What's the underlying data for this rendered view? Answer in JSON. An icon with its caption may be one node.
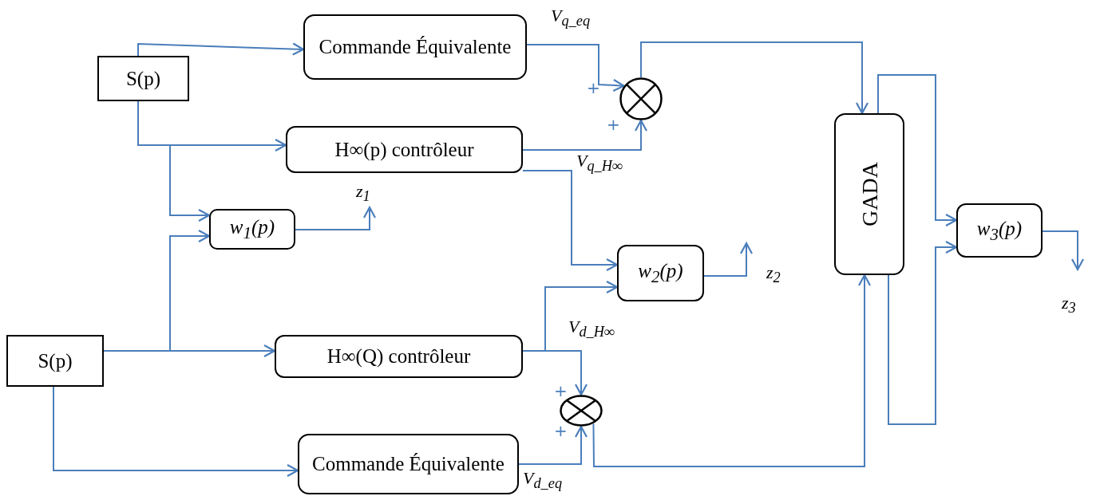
{
  "diagram": {
    "nodes": [
      {
        "text": [
          "S(p)"
        ]
      },
      {
        "text": [
          "Commande Équivalente"
        ]
      },
      {
        "text": [
          "H∞(p) contrôleur"
        ]
      },
      {
        "text": [],
        "shape": "circle"
      },
      {
        "text": [
          "w$_{1}$(p)"
        ]
      },
      {
        "text": [
          "GADA"
        ]
      },
      {
        "text": [
          "w$_{2}$(p)"
        ]
      },
      {
        "text": [
          "w$_{3}$(p)"
        ]
      },
      {
        "text": [
          "S(p)"
        ]
      },
      {
        "text": [
          "H∞(Q) contrôleur"
        ]
      },
      {
        "text": [],
        "shape": "circle"
      },
      {
        "text": [
          "Commande Équivalente"
        ]
      }
    ],
    "edges": [
      {
        "from": 0,
        "to": 1,
        "arrow": "to"
      },
      {
        "from": 0,
        "to": 2,
        "arrow": "to"
      },
      {
        "from": 0,
        "to": 4,
        "arrow": "to"
      },
      {
        "from": 8,
        "to": 4,
        "arrow": "to"
      },
      {
        "from": 8,
        "to": 9,
        "arrow": "to"
      },
      {
        "from": 8,
        "to": 11,
        "arrow": "to"
      },
      {
        "from": 1,
        "to": 3,
        "arrow": "to",
        "label": "V$_{q_eq}$"
      },
      {
        "from": 2,
        "to": 3,
        "arrow": "to",
        "label": "V$_{q_H∞}$"
      },
      {
        "from": 2,
        "to": 6,
        "arrow": "to"
      },
      {
        "from": 9,
        "to": 6,
        "arrow": "to"
      },
      {
        "from": 9,
        "to": 10,
        "arrow": "to",
        "label": "V$_{d_H∞}$"
      },
      {
        "from": 11,
        "to": 10,
        "arrow": "to",
        "label": "V$_{d_eq}$"
      },
      {
        "from": 3,
        "to": 5,
        "arrow": "to"
      },
      {
        "from": 10,
        "to": 5,
        "arrow": "to"
      },
      {
        "from": 5,
        "to": 7,
        "arrow": "to"
      },
      {
        "from": 5,
        "to": 7,
        "arrow": "to"
      },
      {
        "from": 4,
        "to": null,
        "arrow": "to",
        "label": "z$_{1}$"
      },
      {
        "from": 6,
        "to": null,
        "arrow": "to",
        "label": "z$_{2}$"
      },
      {
        "from": 7,
        "to": null,
        "arrow": "to",
        "label": "z$_{3}$"
      }
    ],
    "labels": [
      "+",
      "+",
      "+",
      "+"
    ]
  }
}
